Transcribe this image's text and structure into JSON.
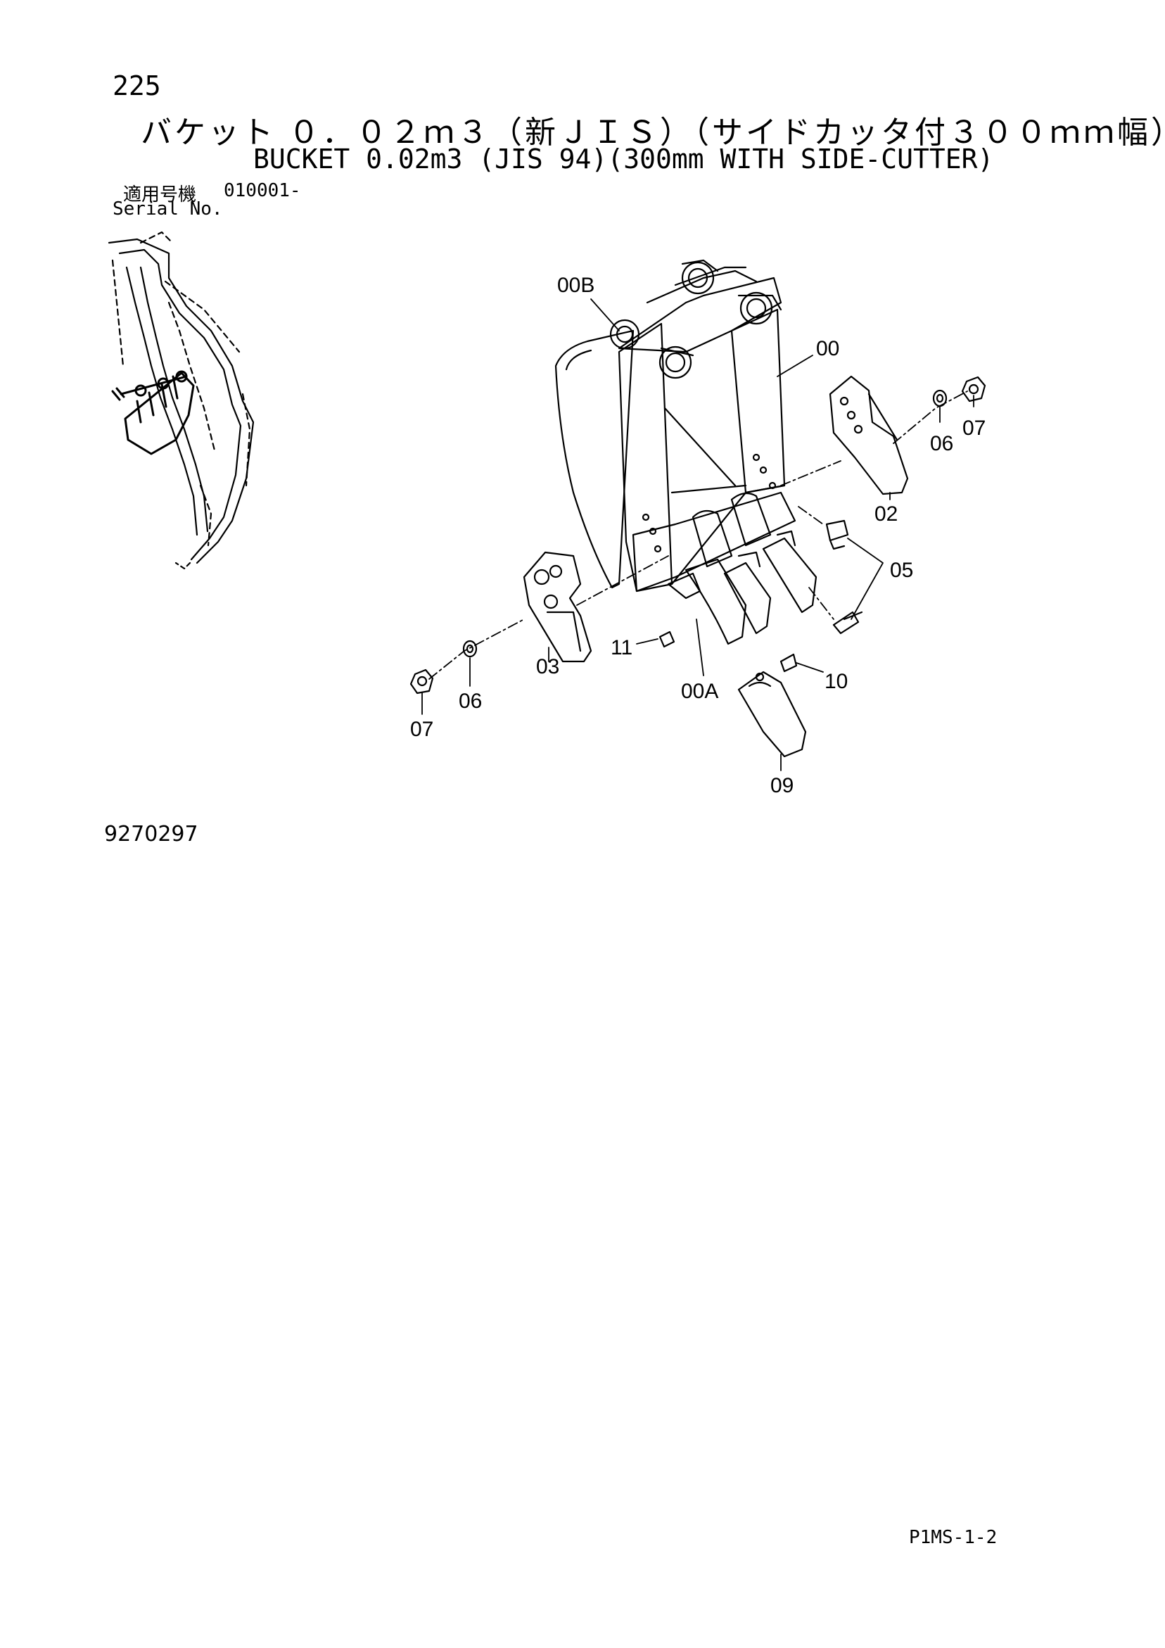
{
  "page_number": "225",
  "title_jp": "バケット ０．０２ｍ３（新ＪＩＳ）（サイドカッタ付３００ｍｍ幅）",
  "title_en": "BUCKET 0.02m3 (JIS 94)(300mm WITH SIDE-CUTTER)",
  "serial": {
    "label_jp": "適用号機",
    "value": "010001-",
    "label_en": "Serial No."
  },
  "figure_code": "9270297",
  "page_code": "P1MS-1-2",
  "callouts": {
    "c00B": "00B",
    "c00": "00",
    "c06r": "06",
    "c07r": "07",
    "c02": "02",
    "c05": "05",
    "c11": "11",
    "c03": "03",
    "c00A": "00A",
    "c10": "10",
    "c06l": "06",
    "c07l": "07",
    "c09": "09"
  }
}
